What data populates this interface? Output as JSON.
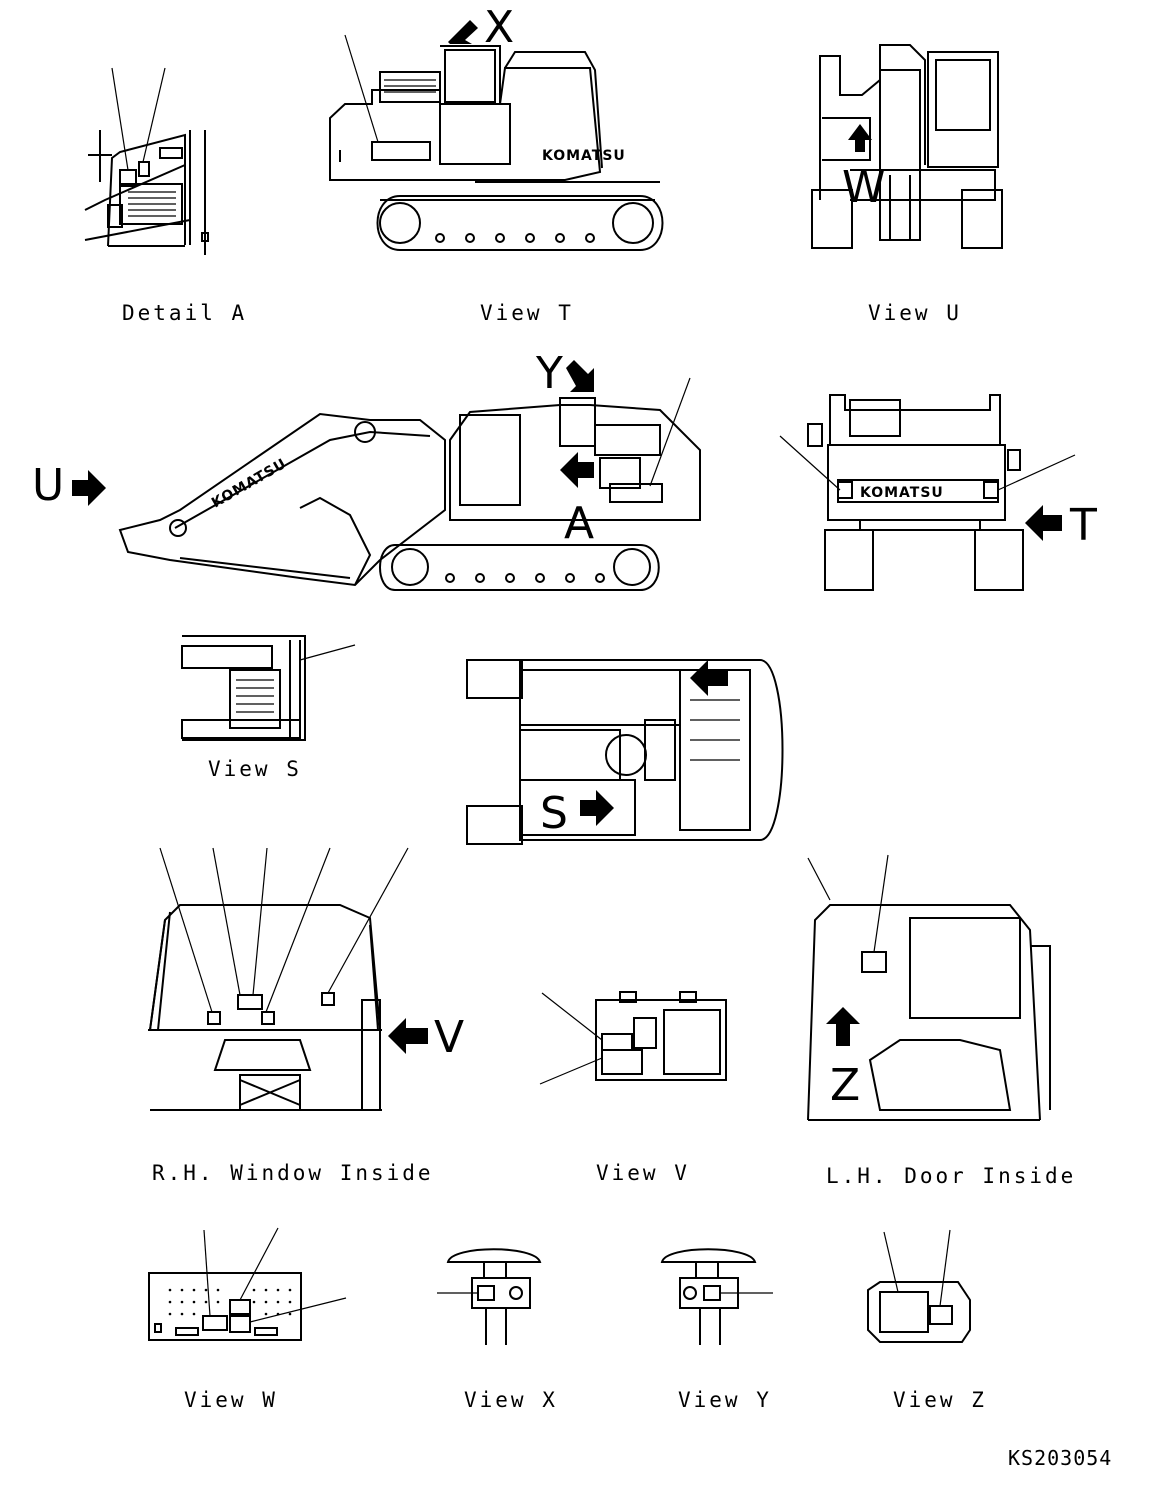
{
  "views": {
    "detail_a": "Detail A",
    "view_t": "View T",
    "view_u": "View U",
    "view_s": "View S",
    "rh_window": "R.H. Window Inside",
    "view_v": "View V",
    "lh_door": "L.H. Door Inside",
    "view_w": "View W",
    "view_x": "View X",
    "view_y": "View Y",
    "view_z": "View Z"
  },
  "markers": {
    "x": "X",
    "y": "Y",
    "u": "U",
    "a": "A",
    "t": "T",
    "w": "W",
    "s": "S",
    "v": "V",
    "z": "Z"
  },
  "logo_text": "KOMATSU",
  "drawing_number": "KS203054"
}
